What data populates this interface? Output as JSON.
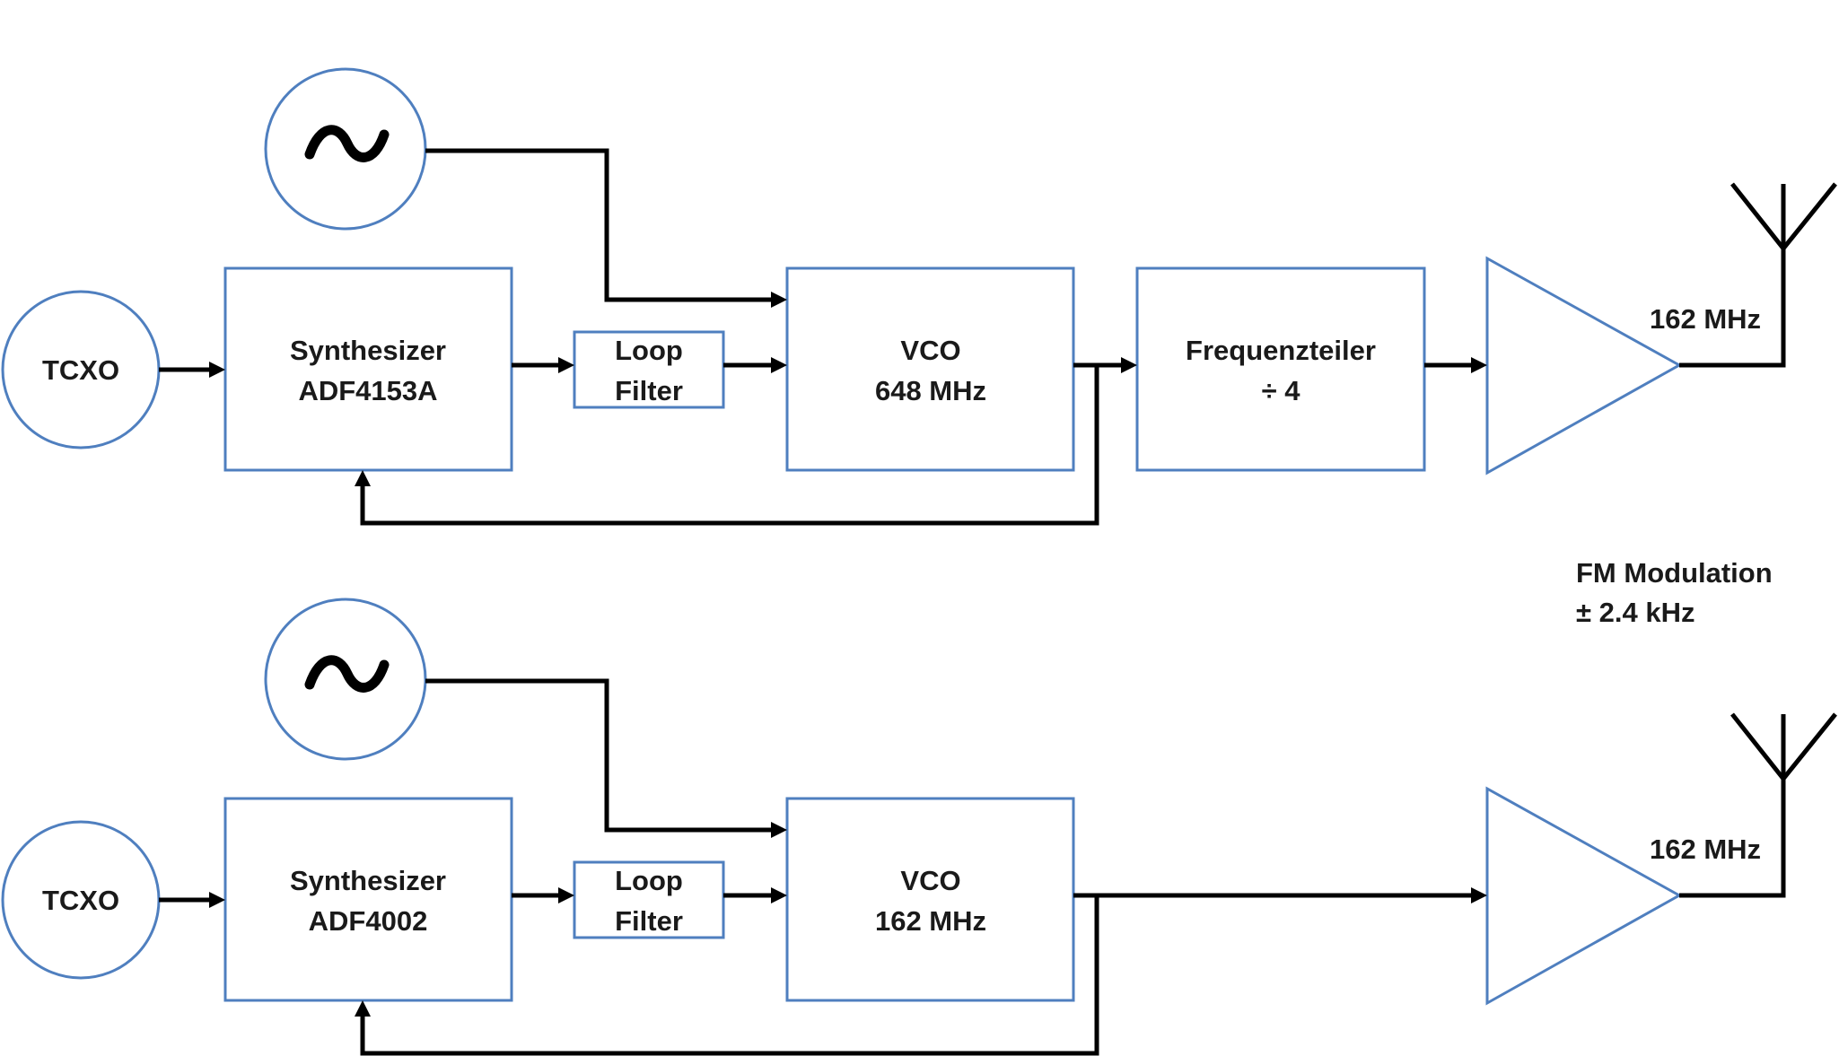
{
  "colors": {
    "block_stroke": "#4f7fbf",
    "wire": "#000000",
    "text": "#1a1a1a"
  },
  "icons": {
    "signal_source": "tilde-icon",
    "antenna": "antenna-icon",
    "amplifier": "triangle-amplifier-icon"
  },
  "top_chain": {
    "tcxo": "TCXO",
    "synth_line1": "Synthesizer",
    "synth_line2": "ADF4153A",
    "loop_line1": "Loop",
    "loop_line2": "Filter",
    "vco_line1": "VCO",
    "vco_line2": "648 MHz",
    "divider_line1": "Frequenzteiler",
    "divider_line2": "÷ 4",
    "output_freq": "162 MHz"
  },
  "bottom_chain": {
    "tcxo": "TCXO",
    "synth_line1": "Synthesizer",
    "synth_line2": "ADF4002",
    "loop_line1": "Loop",
    "loop_line2": "Filter",
    "vco_line1": "VCO",
    "vco_line2": "162 MHz",
    "output_freq": "162 MHz"
  },
  "modulation": {
    "line1": "FM Modulation",
    "line2": "± 2.4 kHz"
  }
}
